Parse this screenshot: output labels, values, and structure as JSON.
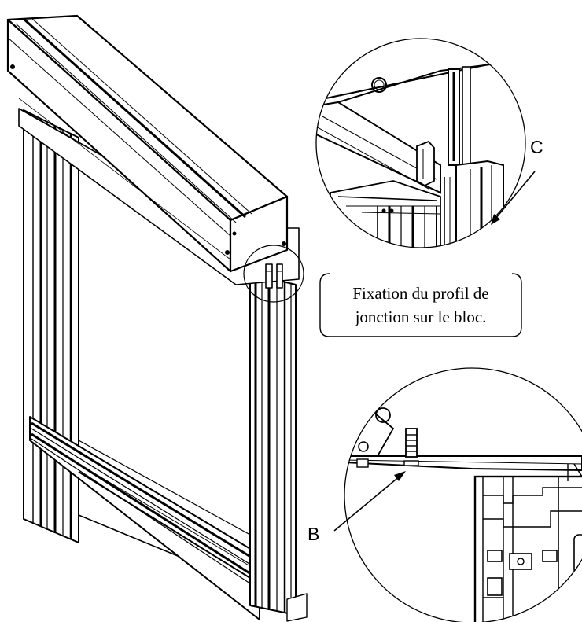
{
  "figure": {
    "caption_lines": [
      "Fixation du profil de",
      "jonction sur le bloc."
    ],
    "callouts": {
      "c": "C",
      "b": "B"
    }
  }
}
